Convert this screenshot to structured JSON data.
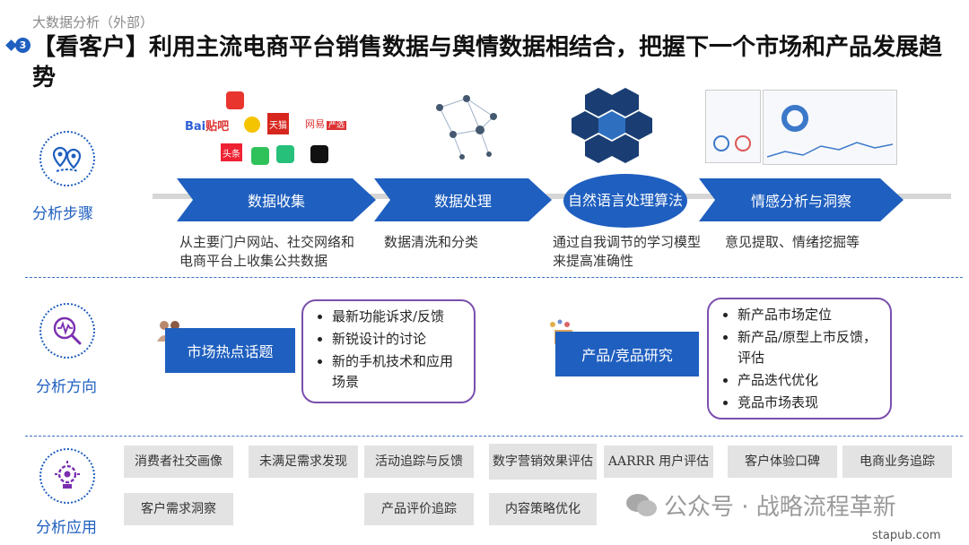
{
  "header": {
    "supertitle": "大数据分析（外部）",
    "badge": "3",
    "title": "【看客户】利用主流电商平台销售数据与舆情数据相结合，把握下一个市场和产品发展趋势"
  },
  "sections": {
    "steps_label": "分析步骤",
    "direction_label": "分析方向",
    "application_label": "分析应用"
  },
  "steps": [
    {
      "label": "数据收集",
      "desc": "从主要门户网站、社交网络和电商平台上收集公共数据"
    },
    {
      "label": "数据处理",
      "desc": "数据清洗和分类"
    },
    {
      "label": "自然语言处理算法",
      "desc": "通过自我调节的学习模型来提高准确性"
    },
    {
      "label": "情感分析与洞察",
      "desc": "意见提取、情绪挖掘等"
    }
  ],
  "logos": {
    "baidu": "Bai",
    "tieba": "贴吧",
    "tmall": "天猫",
    "toutiao": "头条",
    "netease": "网易",
    "netease_tag": "严选"
  },
  "directions": [
    {
      "topic": "市场热点话题",
      "bullets": [
        "最新功能诉求/反馈",
        "新锐设计的讨论",
        "新的手机技术和应用场景"
      ]
    },
    {
      "topic": "产品/竞品研究",
      "bullets": [
        "新产品市场定位",
        "新产品/原型上市反馈，评估",
        "产品迭代优化",
        "竞品市场表现"
      ]
    }
  ],
  "applications": {
    "row1": [
      "消费者社交画像",
      "未满足需求发现",
      "活动追踪与反馈",
      "数字营销效果评估",
      "AARRR 用户评估",
      "客户体验口碑",
      "电商业务追踪"
    ],
    "row2": [
      "客户需求洞察",
      "产品评价追踪",
      "内容策略优化"
    ]
  },
  "watermark": "公众号 · 战略流程革新",
  "site": "stapub.com",
  "colors": {
    "brand": "#1f5fbf",
    "accent": "#7b4fae",
    "tag_bg": "#e3e3e3"
  }
}
